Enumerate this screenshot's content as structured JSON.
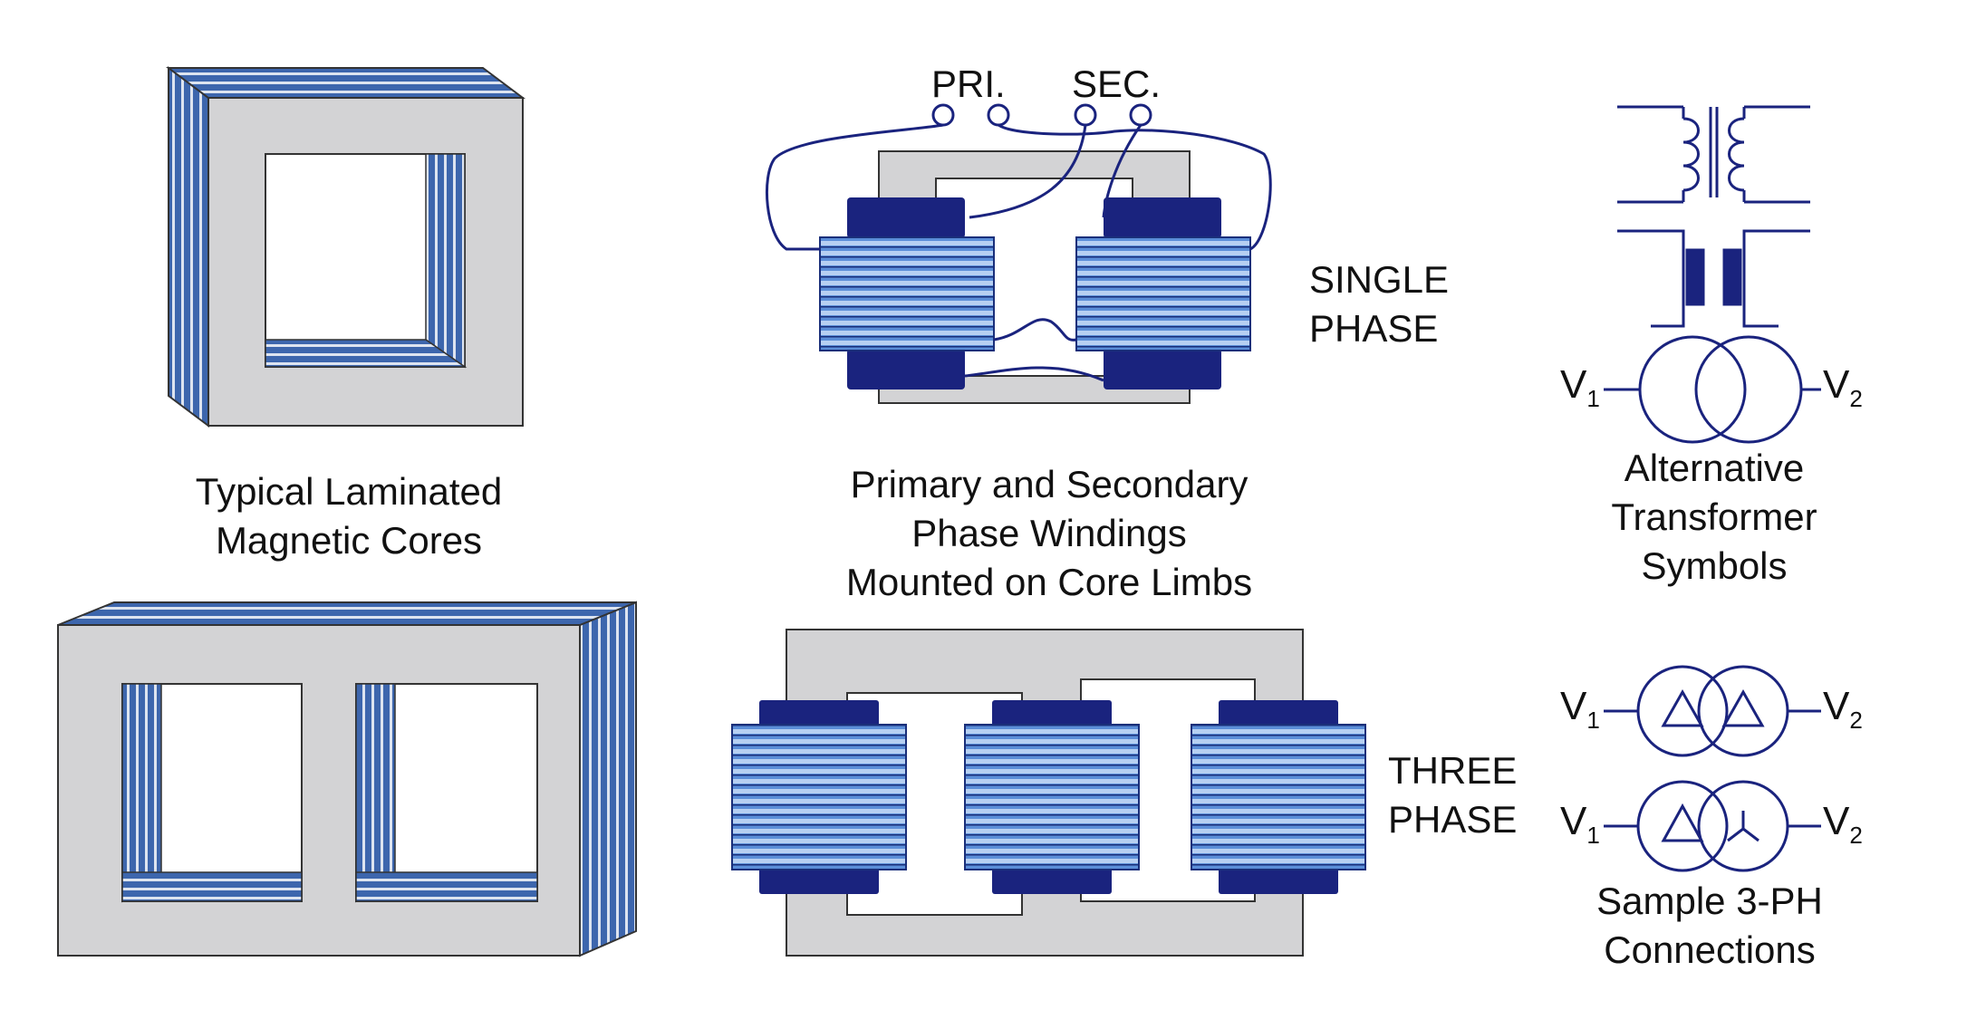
{
  "labels": {
    "cores_caption": [
      "Typical Laminated",
      "Magnetic Cores"
    ],
    "windings_caption": [
      "Primary and Secondary",
      "Phase Windings",
      "Mounted on Core Limbs"
    ],
    "symbols_caption": [
      "Alternative",
      "Transformer",
      "Symbols"
    ],
    "connections_caption": [
      "Sample 3-PH",
      "Connections"
    ],
    "single_phase": [
      "SINGLE",
      "PHASE"
    ],
    "three_phase": [
      "THREE",
      "PHASE"
    ],
    "pri": "PRI.",
    "sec": "SEC.",
    "v_letter": "V",
    "v1_sub": "1",
    "v2_sub": "2"
  },
  "colors": {
    "core_gray": "#d3d3d5",
    "lamination_blue": "#4a74b8",
    "dark_navy": "#1a237e",
    "coil_light": "#a9c6ef",
    "coil_mid": "#5b8ed8",
    "outline": "#333333"
  },
  "icons": [
    "transformer-coil-symbol",
    "transformer-core-symbol",
    "two-circle-symbol",
    "delta-delta-symbol",
    "delta-wye-symbol"
  ]
}
